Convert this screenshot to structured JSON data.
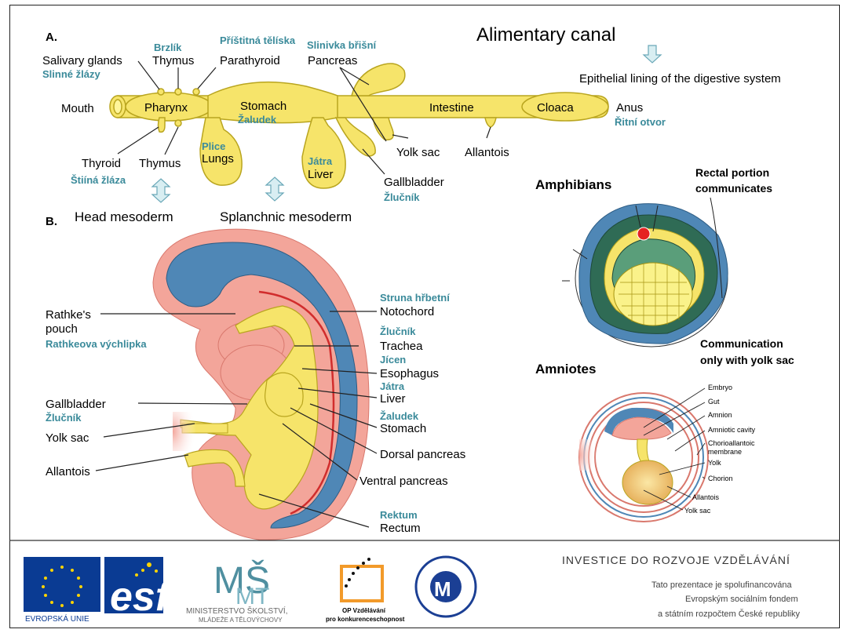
{
  "section_a": {
    "label": "A.",
    "title": "Alimentary canal",
    "subtitle": "Epithelial lining of the digestive system",
    "labels": {
      "mouth": "Mouth",
      "pharynx": "Pharynx",
      "stomach": "Stomach",
      "stomach_cz": "Žaludek",
      "intestine": "Intestine",
      "cloaca": "Cloaca",
      "anus": "Anus",
      "anus_cz": "Řitní otvor",
      "salivary": "Salivary glands",
      "salivary_cz": "Slinné žlázy",
      "thymus_top_cz": "Brzlík",
      "thymus_top": "Thymus",
      "parathyroid_cz": "Příštitná tělíska",
      "parathyroid": "Parathyroid",
      "pancreas_cz": "Slinivka břišní",
      "pancreas": "Pancreas",
      "thyroid": "Thyroid",
      "thyroid_cz": "Štiíná žláza",
      "thymus_bottom": "Thymus",
      "lungs_cz": "Plice",
      "lungs": "Lungs",
      "liver_cz": "Játra",
      "liver": "Liver",
      "gallbladder": "Gallbladder",
      "gallbladder_cz": "Žlučník",
      "yolk_sac": "Yolk sac",
      "allantois": "Allantois",
      "head_mesoderm": "Head mesoderm",
      "splanchnic_mesoderm": "Splanchnic mesoderm"
    }
  },
  "section_b": {
    "label": "B.",
    "labels": {
      "rathke": "Rathke's",
      "pouch": "pouch",
      "rathke_cz": "Rathkeova výchlipka",
      "gallbladder": "Gallbladder",
      "gallbladder_cz": "Žlučník",
      "yolk_sac": "Yolk sac",
      "allantois": "Allantois",
      "notochord_cz": "Struna hřbetní",
      "notochord": "Notochord",
      "trachea_cz": "Žlučník",
      "trachea": "Trachea",
      "esophagus_cz": "Jícen",
      "esophagus": "Esophagus",
      "liver_cz": "Játra",
      "liver": "Liver",
      "stomach_cz": "Žaludek",
      "stomach": "Stomach",
      "dorsal_pancreas": "Dorsal pancreas",
      "ventral_pancreas": "Ventral pancreas",
      "rectum_cz": "Rektum",
      "rectum": "Rectum"
    }
  },
  "amphibians": {
    "title": "Amphibians",
    "note_1": "Rectal portion",
    "note_2": "communicates"
  },
  "amniotes": {
    "title": "Amniotes",
    "note_1": "Communication",
    "note_2": "only with yolk sac",
    "labels": [
      "Embryo",
      "Gut",
      "Amnion",
      "Amniotic cavity",
      "Chorioallantoic",
      "membrane",
      "Yolk",
      "Chorion",
      "Allantois",
      "Yolk sac"
    ]
  },
  "footer": {
    "eu": "EVROPSKÁ UNIE",
    "msmt_1": "MINISTERSTVO ŠKOLSTVÍ,",
    "msmt_2": "MLÁDEŽE A TĚLOVÝCHOVY",
    "op_1": "OP Vzdělávání",
    "op_2": "pro konkurenceschopnost",
    "investice": "INVESTICE DO ROZVOJE VZDĚLÁVÁNÍ",
    "cofinance_1": "Tato prezentace je spolufinancována",
    "cofinance_2": "Evropským sociálním fondem",
    "cofinance_3": "a státním rozpočtem České republiky"
  },
  "colors": {
    "gut_yellow": "#f6e46a",
    "gut_outline": "#b9a51f",
    "teal": "#3a8a9a",
    "mesoderm_blue": "#4f87b6",
    "mesoderm_pink": "#f3a59a",
    "dark_green": "#2f6b55",
    "eu_blue": "#0a3b93",
    "eu_yellow": "#ffd400"
  }
}
